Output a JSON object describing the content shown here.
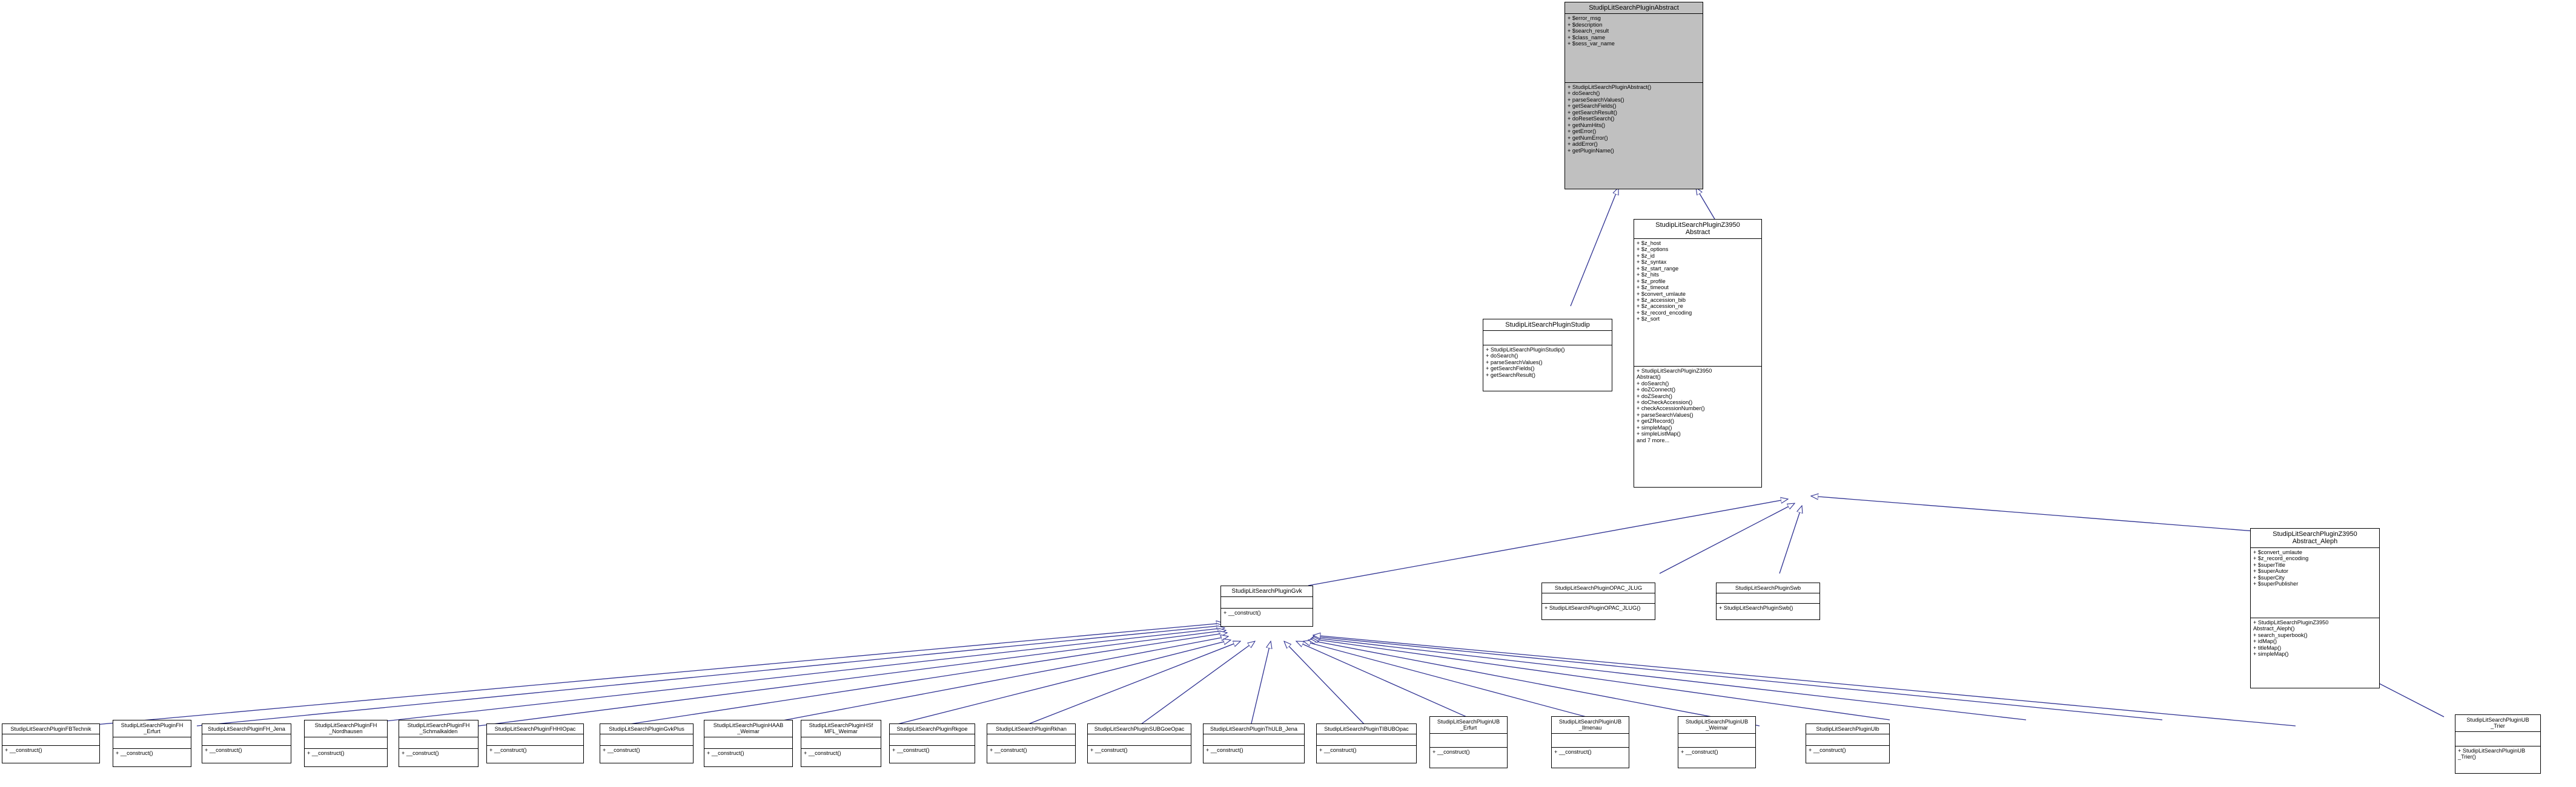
{
  "diagram": {
    "title": "StudipLitSearchPlugin inheritance diagram",
    "edge_color": "#2e3192",
    "root_fill": "#c0c0c0",
    "box_fill": "#ffffff",
    "border_color": "#000000"
  },
  "classes": {
    "abstract_root": {
      "name": "StudipLitSearchPluginAbstract",
      "attributes": "+ $error_msg\n+ $description\n+ $search_result\n+ $class_name\n+ $sess_var_name",
      "methods": "+ StudipLitSearchPluginAbstract()\n+ doSearch()\n+ parseSearchValues()\n+ getSearchFields()\n+ getSearchResult()\n+ doResetSearch()\n+ getNumHits()\n+ getError()\n+ getNumError()\n+ addError()\n+ getPluginName()"
    },
    "studip": {
      "name": "StudipLitSearchPluginStudip",
      "attributes": "",
      "methods": "+ StudipLitSearchPluginStudip()\n+ doSearch()\n+ parseSearchValues()\n+ getSearchFields()\n+ getSearchResult()"
    },
    "z3950_abstract": {
      "name": "StudipLitSearchPluginZ3950\nAbstract",
      "attributes": "+ $z_host\n+ $z_options\n+ $z_id\n+ $z_syntax\n+ $z_start_range\n+ $z_hits\n+ $z_profile\n+ $z_timeout\n+ $convert_umlaute\n+ $z_accession_bib\n+ $z_accession_re\n+ $z_record_encoding\n+ $z_sort",
      "methods": "+ StudipLitSearchPluginZ3950\nAbstract()\n+ doSearch()\n+ doZConnect()\n+ doZSearch()\n+ doCheckAccession()\n+ checkAccessionNumber()\n+ parseSearchValues()\n+ getZRecord()\n+ simpleMap()\n+ simpleListMap()\nand 7 more..."
    },
    "z3950_aleph": {
      "name": "StudipLitSearchPluginZ3950\nAbstract_Aleph",
      "attributes": "+ $convert_umlaute\n+ $z_record_encoding\n+ $superTitle\n+ $superAutor\n+ $superCity\n+ $superPublisher",
      "methods": "+ StudipLitSearchPluginZ3950\nAbstract_Aleph()\n+ search_superbook()\n+ idMap()\n+ titleMap()\n+ simpleMap()"
    },
    "gvk": {
      "name": "StudipLitSearchPluginGvk",
      "attributes": "",
      "methods": "+ __construct()"
    },
    "opac_jlug": {
      "name": "StudipLitSearchPluginOPAC_JLUG",
      "attributes": "",
      "methods": "+ StudipLitSearchPluginOPAC_JLUG()"
    },
    "swb": {
      "name": "StudipLitSearchPluginSwb",
      "attributes": "",
      "methods": "+ StudipLitSearchPluginSwb()"
    }
  },
  "leaf_classes": [
    {
      "name": "StudipLitSearchPluginFBTechnik",
      "attributes": "",
      "methods": "+ __construct()"
    },
    {
      "name": "StudipLitSearchPluginFH\n_Erfurt",
      "attributes": "",
      "methods": "+ __construct()"
    },
    {
      "name": "StudipLitSearchPluginFH_Jena",
      "attributes": "",
      "methods": "+ __construct()"
    },
    {
      "name": "StudipLitSearchPluginFH\n_Nordhausen",
      "attributes": "",
      "methods": "+ __construct()"
    },
    {
      "name": "StudipLitSearchPluginFH\n_Schmalkalden",
      "attributes": "",
      "methods": "+ __construct()"
    },
    {
      "name": "StudipLitSearchPluginFHHIOpac",
      "attributes": "",
      "methods": "+ __construct()"
    },
    {
      "name": "StudipLitSearchPluginGvkPlus",
      "attributes": "",
      "methods": "+ __construct()"
    },
    {
      "name": "StudipLitSearchPluginHAAB\n_Weimar",
      "attributes": "",
      "methods": "+ __construct()"
    },
    {
      "name": "StudipLitSearchPluginHSf\nMFL_Weimar",
      "attributes": "",
      "methods": "+ __construct()"
    },
    {
      "name": "StudipLitSearchPluginRkgoe",
      "attributes": "",
      "methods": "+ __construct()"
    },
    {
      "name": "StudipLitSearchPluginRkhan",
      "attributes": "",
      "methods": "+ __construct()"
    },
    {
      "name": "StudipLitSearchPluginSUBGoeOpac",
      "attributes": "",
      "methods": "+ __construct()"
    },
    {
      "name": "StudipLitSearchPluginThULB_Jena",
      "attributes": "",
      "methods": "+ __construct()"
    },
    {
      "name": "StudipLitSearchPluginTIBUBOpac",
      "attributes": "",
      "methods": "+ __construct()"
    },
    {
      "name": "StudipLitSearchPluginUB\n_Erfurt",
      "attributes": "",
      "methods": "+ __construct()"
    },
    {
      "name": "StudipLitSearchPluginUB\n_Ilmenau",
      "attributes": "",
      "methods": "+ __construct()"
    },
    {
      "name": "StudipLitSearchPluginUB\n_Weimar",
      "attributes": "",
      "methods": "+ __construct()"
    },
    {
      "name": "StudipLitSearchPluginUlb",
      "attributes": "",
      "methods": "+ __construct()"
    },
    {
      "name": "StudipLitSearchPluginUB\n_Trier",
      "attributes": "",
      "methods": "+ StudipLitSearchPluginUB\n_Trier()"
    }
  ]
}
